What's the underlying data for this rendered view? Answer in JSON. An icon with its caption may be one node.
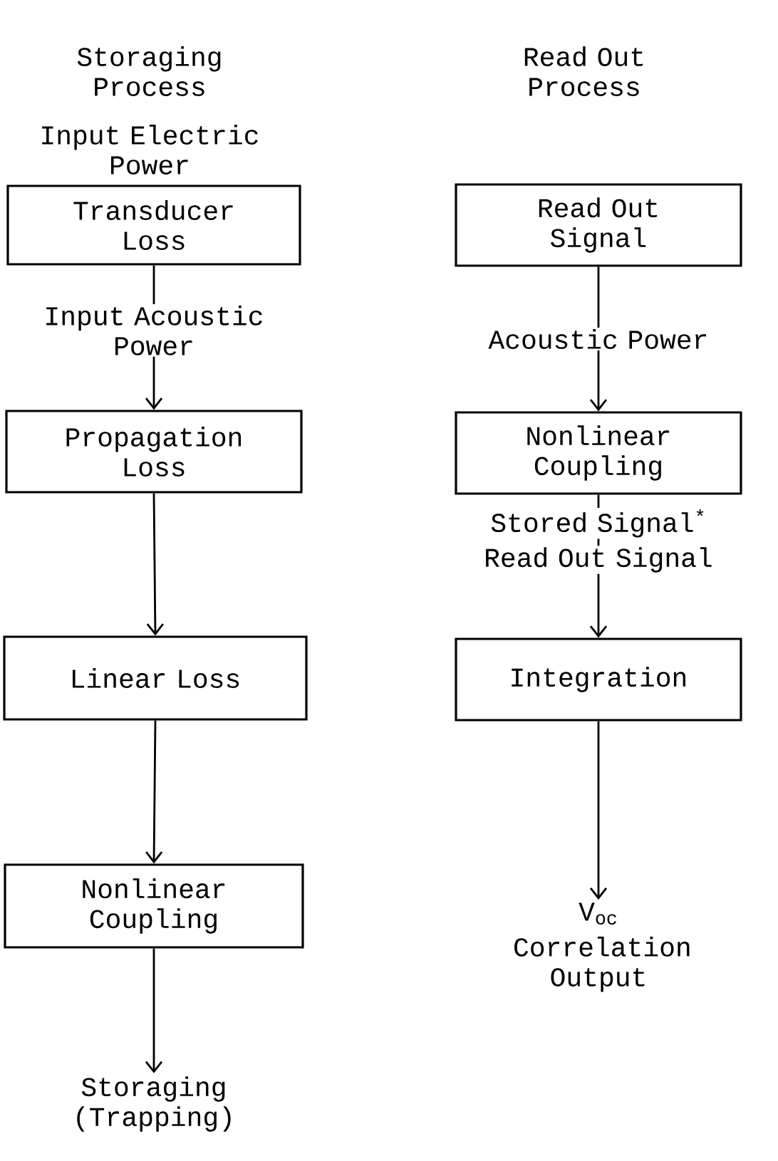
{
  "diagram": {
    "nodes": [
      {
        "text": [
          "Transducer Loss"
        ]
      },
      {
        "text": [
          "Propagation Loss"
        ]
      },
      {
        "text": [
          "Linear Loss"
        ]
      },
      {
        "text": [
          "Nonlinear Coupling"
        ]
      },
      {
        "text": [
          "Storaging (Trapping)"
        ]
      },
      {
        "text": [
          "Read Out Signal"
        ]
      },
      {
        "text": [
          "Nonlinear Coupling"
        ]
      },
      {
        "text": [
          "Integration"
        ]
      },
      {
        "text": [
          "V$_{oc}$",
          "Correlation Output"
        ]
      }
    ],
    "edges": [
      {
        "from": 0,
        "to": 1,
        "arrow": "to",
        "label": "Input Acoustic Power"
      },
      {
        "from": 1,
        "to": 2,
        "arrow": "to"
      },
      {
        "from": 2,
        "to": 3,
        "arrow": "to"
      },
      {
        "from": 3,
        "to": 4,
        "arrow": "to"
      },
      {
        "from": 5,
        "to": 6,
        "arrow": "to",
        "label": "Acoustic Power"
      },
      {
        "from": 6,
        "to": 7,
        "arrow": "to",
        "label": "Stored Signal$^{*}$"
      },
      {
        "from": 7,
        "to": 8,
        "arrow": "to"
      }
    ],
    "labels": [
      "Storaging Process",
      "Read Out Process",
      "Input Electric Power",
      "Read Out Signal"
    ]
  }
}
